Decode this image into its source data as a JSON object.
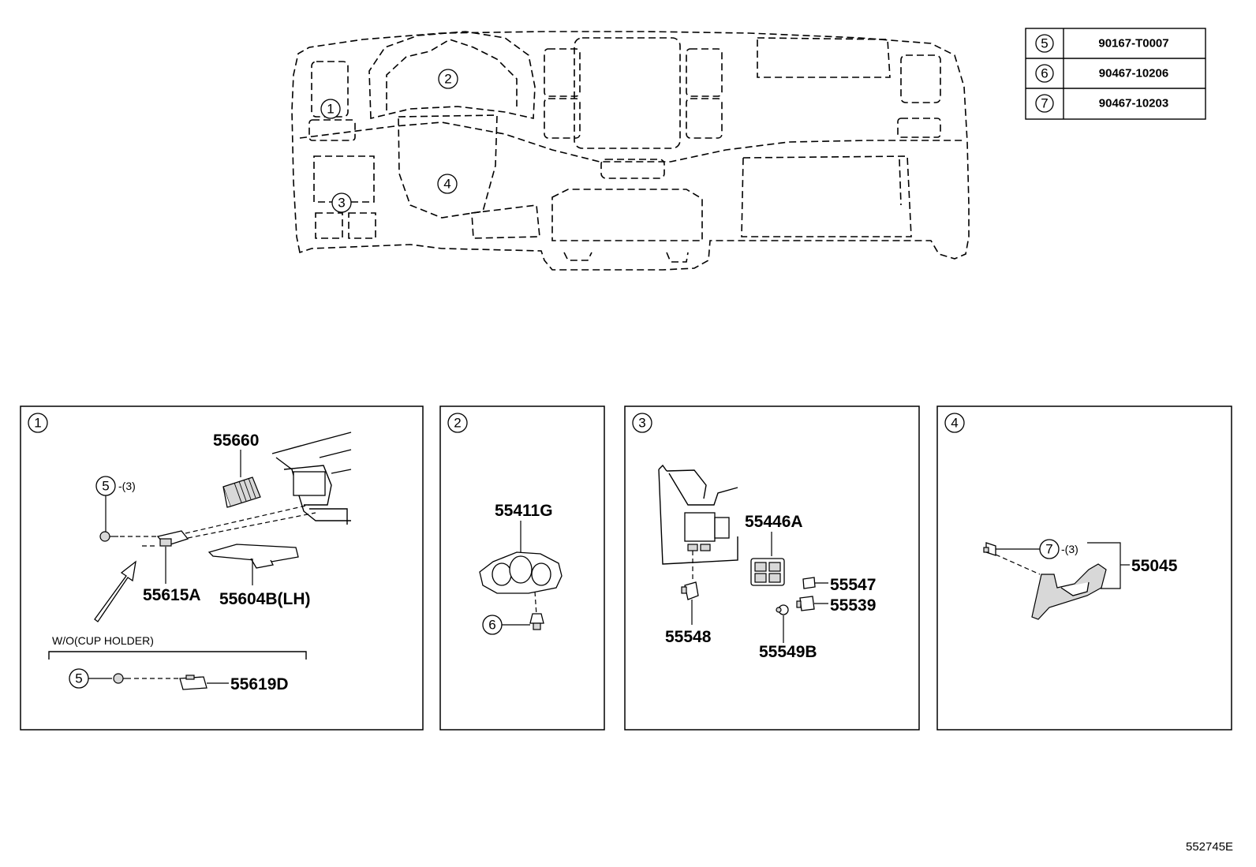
{
  "parts_table": [
    {
      "ref": "5",
      "part_number": "90167-T0007"
    },
    {
      "ref": "6",
      "part_number": "90467-10206"
    },
    {
      "ref": "7",
      "part_number": "90467-10203"
    }
  ],
  "overview_callouts": [
    "1",
    "2",
    "3",
    "4"
  ],
  "panels": {
    "p1": {
      "ref": "1",
      "parts": {
        "a": "55660",
        "b": "55615A",
        "c": "55604B(LH)",
        "d": "55619D"
      },
      "screw_ref": "5",
      "screw_qty": "-(3)",
      "note": "W/O(CUP HOLDER)",
      "note_screw_ref": "5"
    },
    "p2": {
      "ref": "2",
      "parts": {
        "a": "55411G"
      },
      "clip_ref": "6"
    },
    "p3": {
      "ref": "3",
      "parts": {
        "a": "55446A",
        "b": "55547",
        "c": "55539",
        "d": "55548",
        "e": "55549B"
      }
    },
    "p4": {
      "ref": "4",
      "parts": {
        "a": "55045"
      },
      "clip_ref": "7",
      "clip_qty": "-(3)"
    }
  },
  "diagram_id": "552745E"
}
